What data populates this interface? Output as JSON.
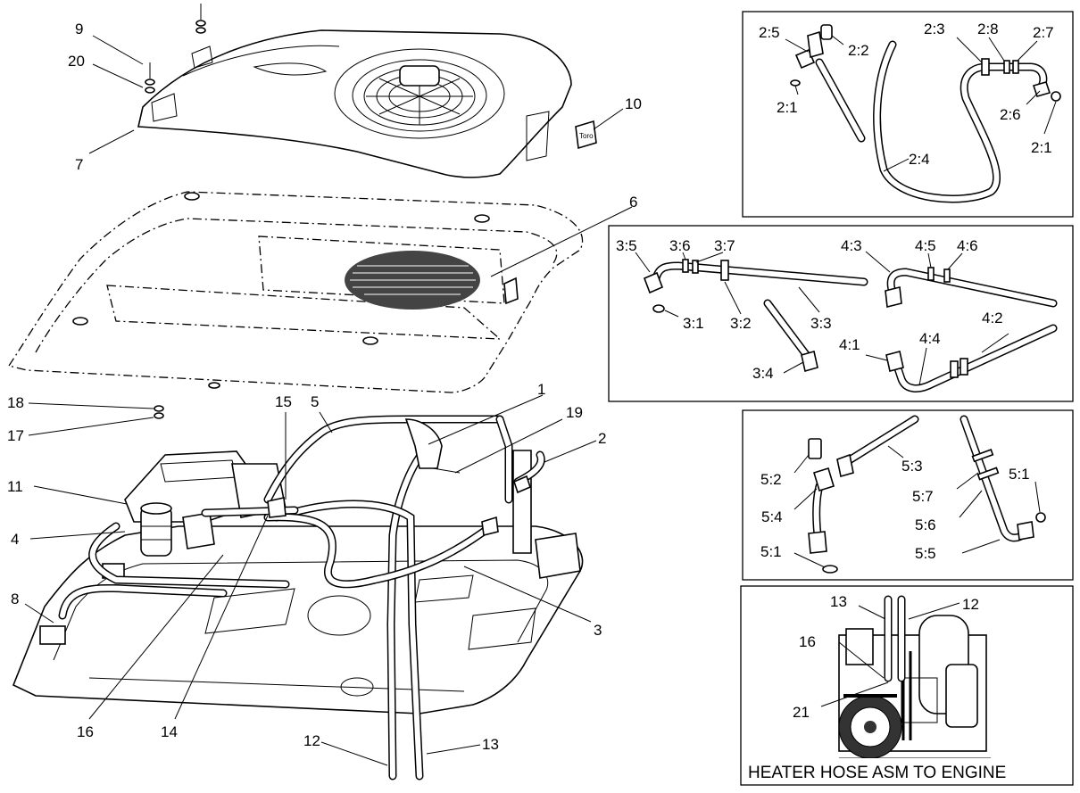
{
  "callouts_main": [
    "9",
    "20",
    "7",
    "10",
    "6",
    "18",
    "17",
    "15",
    "5",
    "1",
    "19",
    "2",
    "11",
    "4",
    "8",
    "3",
    "16",
    "14",
    "12",
    "13"
  ],
  "inset_2": {
    "callouts": [
      "2:5",
      "2:2",
      "2:3",
      "2:8",
      "2:7",
      "2:1",
      "2:6",
      "2:1",
      "2:4"
    ]
  },
  "inset_3_4": {
    "callouts": [
      "3:5",
      "3:6",
      "3:7",
      "3:1",
      "3:2",
      "3:3",
      "3:4",
      "4:3",
      "4:5",
      "4:6",
      "4:2",
      "4:1",
      "4:4"
    ]
  },
  "inset_5": {
    "callouts": [
      "5:3",
      "5:2",
      "5:7",
      "5:1",
      "5:4",
      "5:6",
      "5:1",
      "5:5"
    ]
  },
  "inset_heater": {
    "callouts": [
      "13",
      "12",
      "16",
      "21"
    ],
    "caption": "HEATER HOSE ASM TO ENGINE"
  },
  "decal_text": "Toro"
}
